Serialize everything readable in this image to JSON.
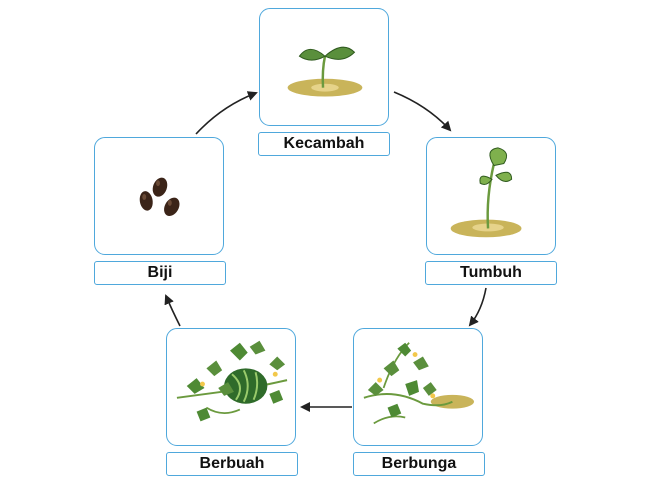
{
  "diagram": {
    "stages": [
      {
        "id": "kecambah",
        "label": "Kecambah",
        "icon": "sprout-icon"
      },
      {
        "id": "tumbuh",
        "label": "Tumbuh",
        "icon": "young-plant-icon"
      },
      {
        "id": "berbunga",
        "label": "Berbunga",
        "icon": "flowering-vine-icon"
      },
      {
        "id": "berbuah",
        "label": "Berbuah",
        "icon": "watermelon-vine-icon"
      },
      {
        "id": "biji",
        "label": "Biji",
        "icon": "seeds-icon"
      }
    ],
    "edges": [
      {
        "from": "kecambah",
        "to": "tumbuh"
      },
      {
        "from": "tumbuh",
        "to": "berbunga"
      },
      {
        "from": "berbunga",
        "to": "berbuah"
      },
      {
        "from": "berbuah",
        "to": "biji"
      },
      {
        "from": "biji",
        "to": "kecambah"
      }
    ],
    "colors": {
      "card_border": "#4fa8dc",
      "arrow": "#222222",
      "leaf": "#5a8f3c",
      "soil": "#c9b45a"
    }
  }
}
